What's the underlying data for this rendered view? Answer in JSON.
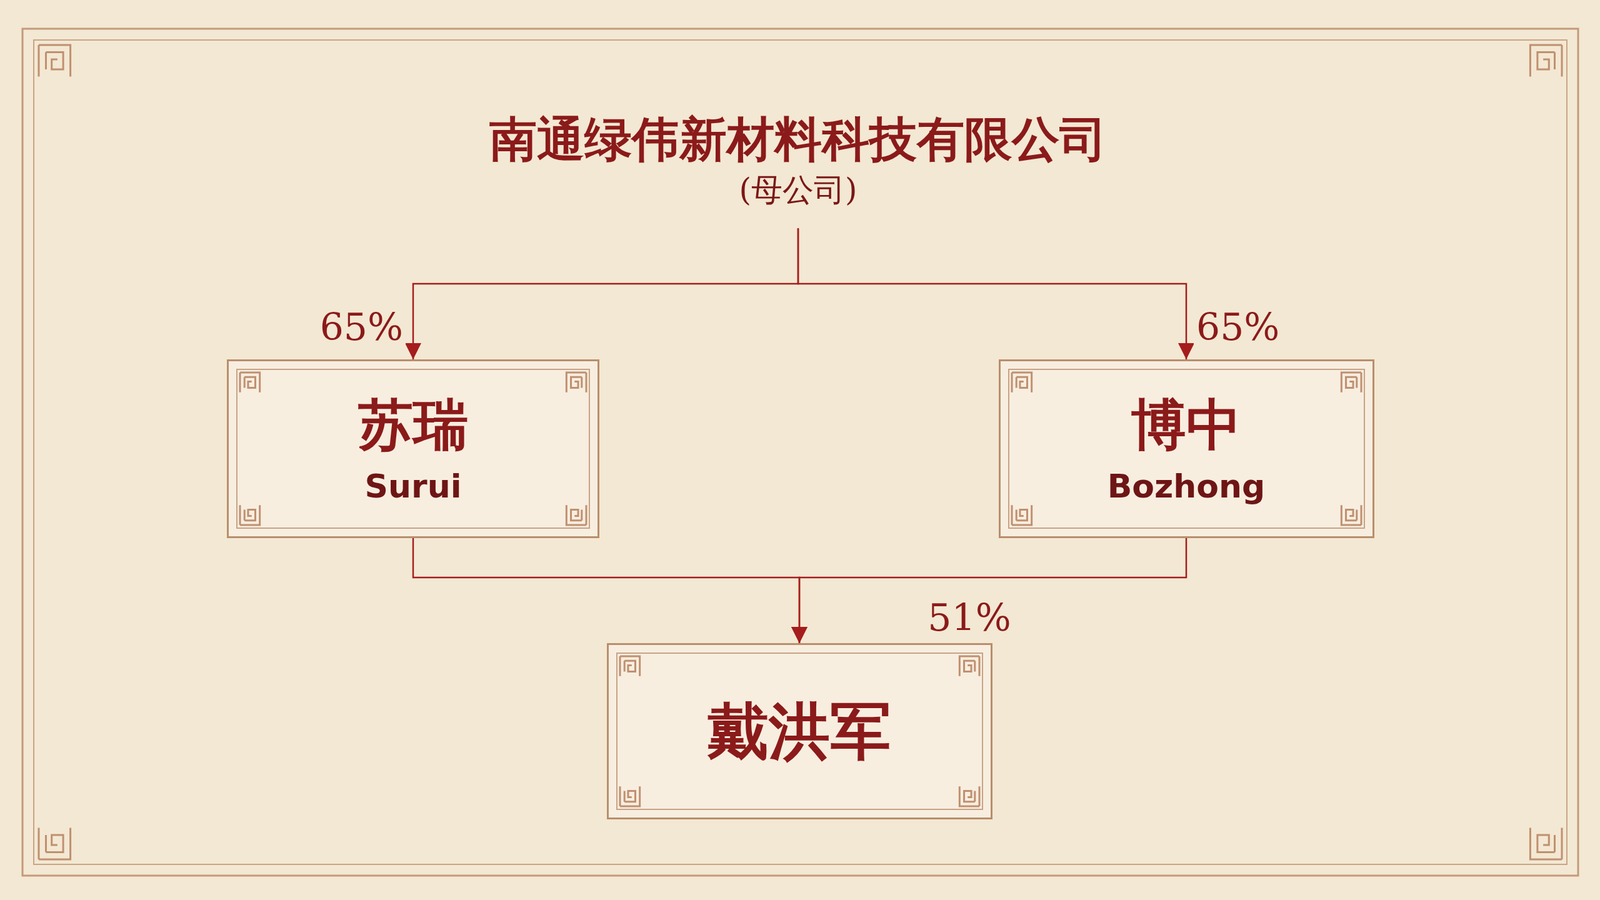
{
  "diagram": {
    "nodes": [
      {
        "text": [
          "南通绿伟新材料科技有限公司",
          "(母公司)"
        ]
      },
      {
        "text": [
          "苏瑞",
          "Surui"
        ]
      },
      {
        "text": [
          "博中",
          "Bozhong"
        ]
      },
      {
        "text": [
          "戴洪军"
        ]
      }
    ],
    "edges": [
      {
        "from": 0,
        "to": 1,
        "arrow": "to",
        "label": "65%"
      },
      {
        "from": 0,
        "to": 2,
        "arrow": "to",
        "label": "65%"
      },
      {
        "from": 1,
        "to": 3,
        "arrow": "to"
      },
      {
        "from": 2,
        "to": 3,
        "arrow": "to"
      }
    ],
    "labels": [
      "51%"
    ]
  }
}
